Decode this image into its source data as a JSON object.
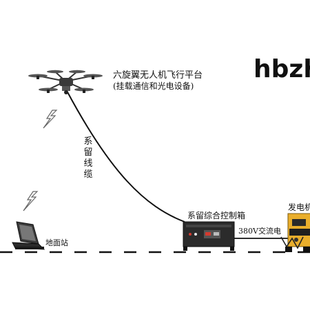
{
  "title": {
    "line1": "六旋翼无人机飞行平台",
    "line2": "(挂载通信和光电设备)"
  },
  "tether_label": "系留线缆",
  "control_box_label": "系留综合控制箱",
  "power_label": "380V交流电",
  "generator_label": "发电机",
  "ground_station_label": "地面站",
  "watermark": "hbzha",
  "colors": {
    "line": "#111111",
    "generator_body": "#e9ae2c",
    "box_body": "#2b2b2b",
    "accent_red": "#d43a2f"
  },
  "icons": [
    "drone-icon",
    "wireless-signal-icon",
    "laptop-icon",
    "control-box-icon",
    "generator-icon"
  ]
}
